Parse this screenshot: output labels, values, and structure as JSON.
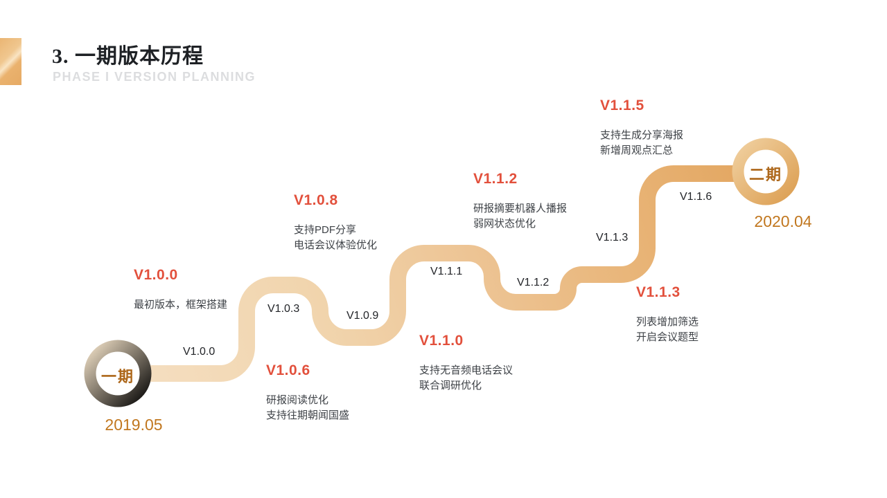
{
  "header": {
    "title": "3. 一期版本历程",
    "subtitle": "PHASE I VERSION PLANNING"
  },
  "timeline": {
    "start_node": {
      "label": "一期",
      "date": "2019.05"
    },
    "end_node": {
      "label": "二期",
      "date": "2020.04"
    },
    "milestones": [
      {
        "version": "V1.0.0",
        "lines": [
          "最初版本，框架搭建"
        ]
      },
      {
        "version": "V1.0.6",
        "lines": [
          "研报阅读优化",
          "支持往期朝闻国盛"
        ]
      },
      {
        "version": "V1.0.8",
        "lines": [
          "支持PDF分享",
          "电话会议体验优化"
        ]
      },
      {
        "version": "V1.1.0",
        "lines": [
          "支持无音频电话会议",
          "联合调研优化"
        ]
      },
      {
        "version": "V1.1.2",
        "lines": [
          "研报摘要机器人播报",
          "弱网状态优化"
        ]
      },
      {
        "version": "V1.1.3",
        "lines": [
          "列表增加筛选",
          "开启会议题型"
        ]
      },
      {
        "version": "V1.1.5",
        "lines": [
          "支持生成分享海报",
          "新增周观点汇总"
        ]
      }
    ],
    "path_labels": [
      {
        "text": "V1.0.0"
      },
      {
        "text": "V1.0.3"
      },
      {
        "text": "V1.0.9"
      },
      {
        "text": "V1.1.1"
      },
      {
        "text": "V1.1.2"
      },
      {
        "text": "V1.1.3"
      },
      {
        "text": "V1.1.6"
      }
    ]
  },
  "colors": {
    "heading_red": "#e2503c",
    "path_start": "#f5dfc2",
    "path_end": "#e3ab68",
    "node_label": "#ad671a",
    "date_text": "#c1771f",
    "desc_text": "#3e4247"
  }
}
